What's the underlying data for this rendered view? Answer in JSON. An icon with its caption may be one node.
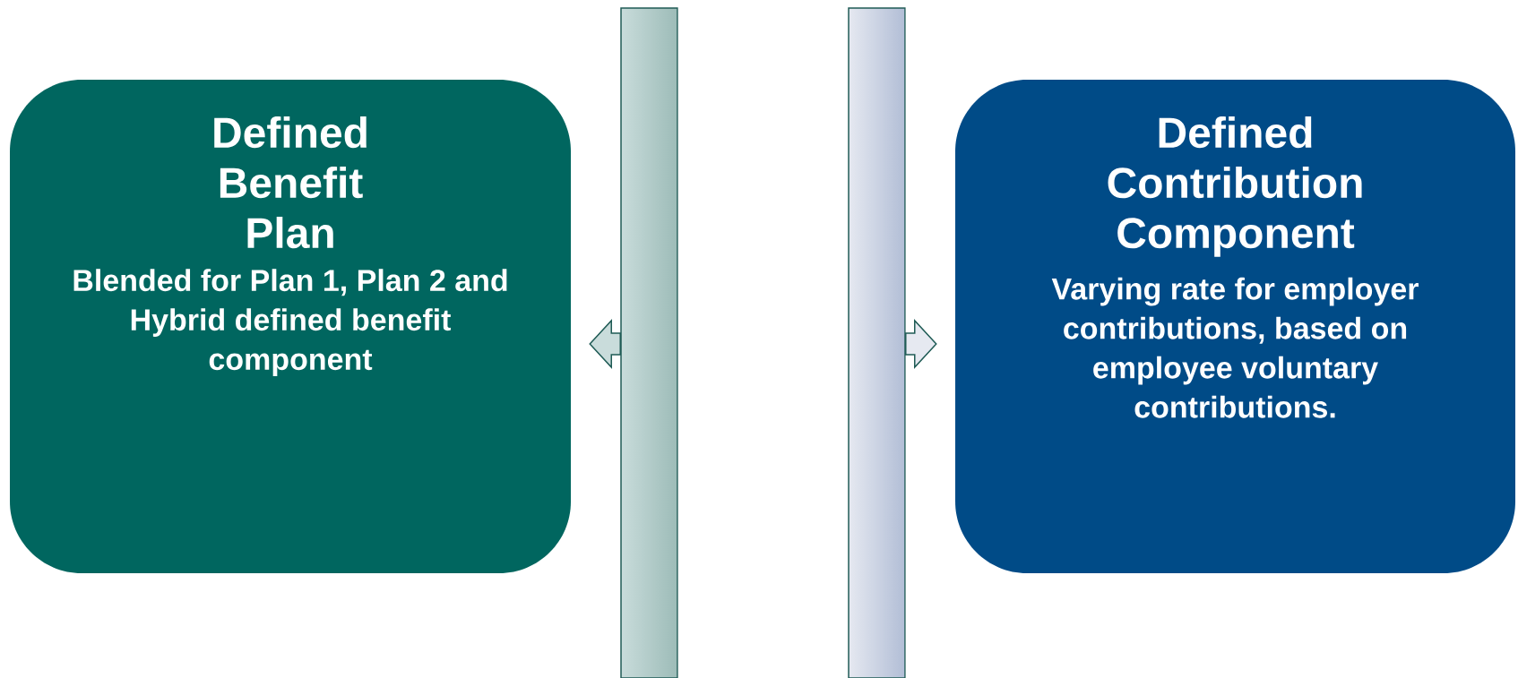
{
  "diagram": {
    "nodes": [
      {
        "text": [
          "Defined Benefit Plan",
          "Blended for Plan 1, Plan 2 and Hybrid defined benefit component"
        ]
      },
      {
        "text": [
          "Defined Contribution Component",
          "Varying rate for employer contributions, based on employee voluntary contributions."
        ]
      },
      {
        "text": [],
        "shape": "bar"
      },
      {
        "text": [],
        "shape": "bar"
      }
    ],
    "edges": [
      {
        "from": 2,
        "to": 0,
        "arrow": "to"
      },
      {
        "from": 3,
        "to": 1,
        "arrow": "to"
      }
    ]
  }
}
